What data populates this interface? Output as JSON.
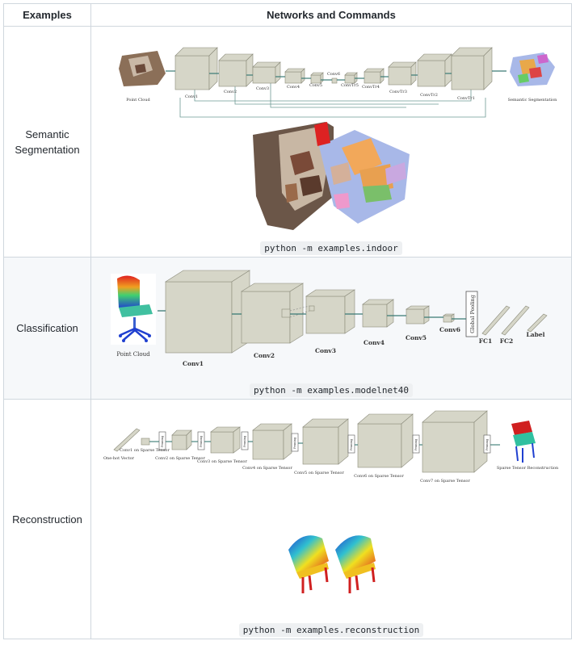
{
  "header": {
    "col1": "Examples",
    "col2": "Networks and Commands"
  },
  "rows": [
    {
      "label": "Semantic Segmentation",
      "command": "python -m examples.indoor",
      "diagram": {
        "input": "Point Cloud",
        "output": "Semantic Segmentation",
        "layers": [
          "Conv1",
          "Conv2",
          "Conv3",
          "Conv4",
          "Conv5",
          "Conv6",
          "ConvTr5",
          "ConvTr4",
          "ConvTr3",
          "ConvTr2",
          "ConvTr1"
        ]
      }
    },
    {
      "label": "Classification",
      "command": "python -m examples.modelnet40",
      "diagram": {
        "input": "Point Cloud",
        "pool": "Global Pooling",
        "layers": [
          "Conv1",
          "Conv2",
          "Conv3",
          "Conv4",
          "Conv5",
          "Conv6",
          "FC1",
          "FC2",
          "Label"
        ]
      }
    },
    {
      "label": "Reconstruction",
      "command": "python -m examples.reconstruction",
      "diagram": {
        "input": "One-hot Vector",
        "output": "Sparse Tensor Reconstruction",
        "pruning": "Pruning",
        "layers": [
          "Conv1 on Sparse Tensor",
          "Conv2 on Sparse Tensor",
          "Conv3 on Sparse Tensor",
          "Conv4 on Sparse Tensor",
          "Conv5 on Sparse Tensor",
          "Conv6 on Sparse Tensor",
          "Conv7 on Sparse Tensor"
        ]
      }
    }
  ],
  "colors": {
    "block_fill": "#d6d6c8",
    "block_edge": "#8a8a7a",
    "arrow": "#3a7a74",
    "border": "#d0d7de"
  }
}
